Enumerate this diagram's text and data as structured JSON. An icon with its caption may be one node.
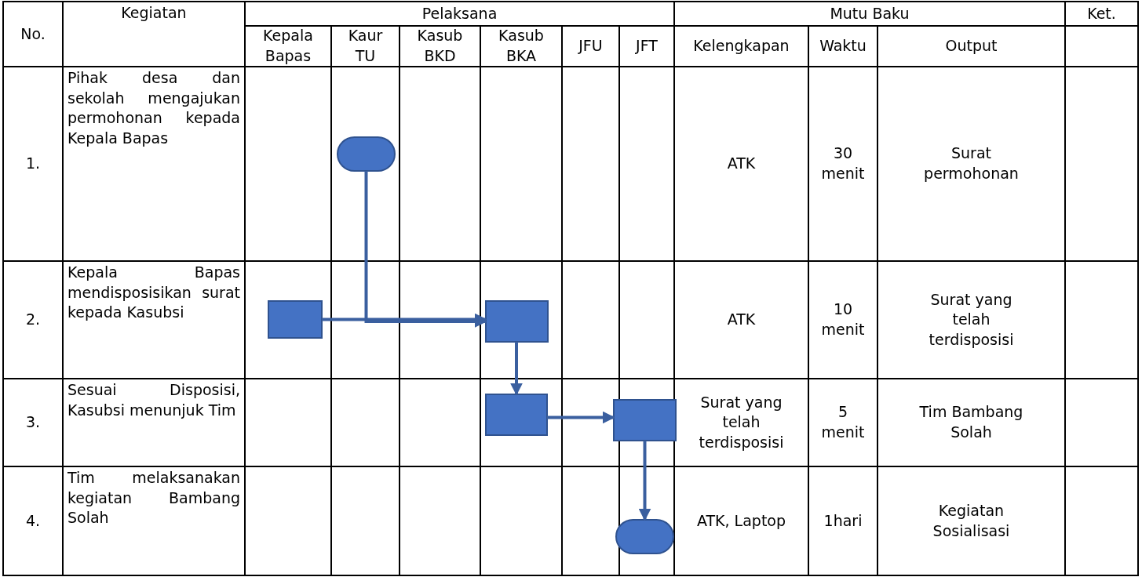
{
  "diagram": {
    "nodes": [
      {
        "text": [],
        "shape": "pill"
      },
      {
        "text": [],
        "shape": "box"
      },
      {
        "text": [],
        "shape": "box"
      },
      {
        "text": [],
        "shape": "box"
      },
      {
        "text": [],
        "shape": "box"
      },
      {
        "text": [],
        "shape": "pill"
      }
    ],
    "edges": [
      {
        "from": 0,
        "to": 2,
        "arrow": "to"
      },
      {
        "from": 1,
        "to": 2,
        "arrow": "to"
      },
      {
        "from": 2,
        "to": 3,
        "arrow": "to"
      },
      {
        "from": 3,
        "to": 4,
        "arrow": "to"
      },
      {
        "from": 4,
        "to": 5,
        "arrow": "to"
      }
    ],
    "labels": [
      "No.",
      "Kegiatan",
      "Pelaksana",
      "Mutu Baku",
      "Ket.",
      "Kepala Bapas",
      "Kaur TU",
      "Kasub BKD",
      "Kasub BKA",
      "JFU",
      "JFT",
      "Kelengkapan",
      "Waktu",
      "Output",
      "1.",
      "Pihak desa dan sekolah mengajukan permohonan kepada Kepala Bapas",
      "ATK",
      "30 menit",
      "Surat permohonan",
      "2.",
      "Kepala Bapas mendisposisikan surat kepada Kasubsi",
      "ATK",
      "10 menit",
      "Surat yang telah terdisposisi",
      "3.",
      "Sesuai Disposisi, Kasubsi menunjuk Tim",
      "Surat yang telah terdisposisi",
      "5 menit",
      "Tim Bambang Solah",
      "4.",
      "Tim melaksanakan kegiatan Bambang Solah",
      "ATK, Laptop",
      "1hari",
      "Kegiatan Sosialisasi"
    ]
  }
}
